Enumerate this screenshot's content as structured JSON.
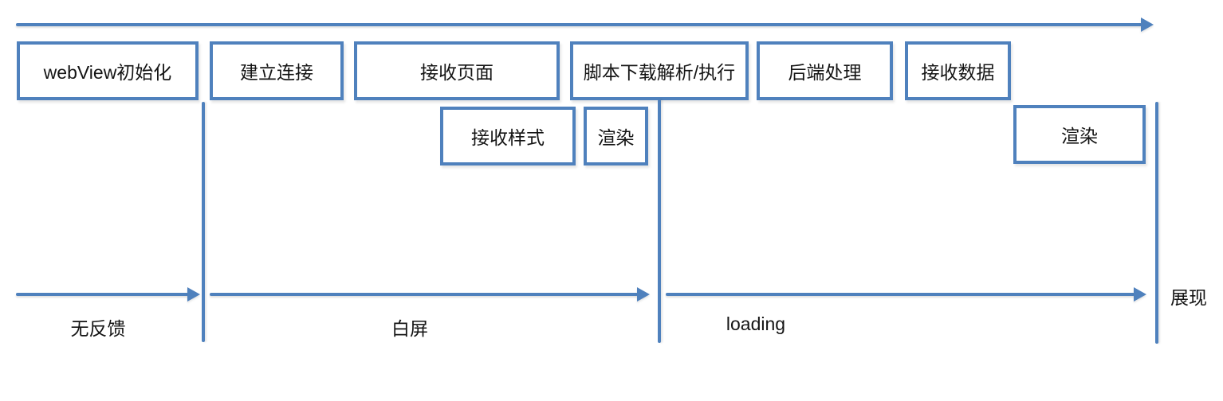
{
  "diagram": {
    "accent_color": "#4f81bd",
    "timeline": {
      "description": "top-timeline-arrow"
    },
    "stages_row1": [
      {
        "label": "webView初始化"
      },
      {
        "label": "建立连接"
      },
      {
        "label": "接收页面"
      },
      {
        "label": "脚本下载解析/执行"
      },
      {
        "label": "后端处理"
      },
      {
        "label": "接收数据"
      }
    ],
    "stages_row2": [
      {
        "label": "接收样式"
      },
      {
        "label": "渲染"
      },
      {
        "label": "渲染"
      }
    ],
    "phases": [
      {
        "label": "无反馈"
      },
      {
        "label": "白屏"
      },
      {
        "label": "loading"
      }
    ],
    "end_label": "展现"
  }
}
